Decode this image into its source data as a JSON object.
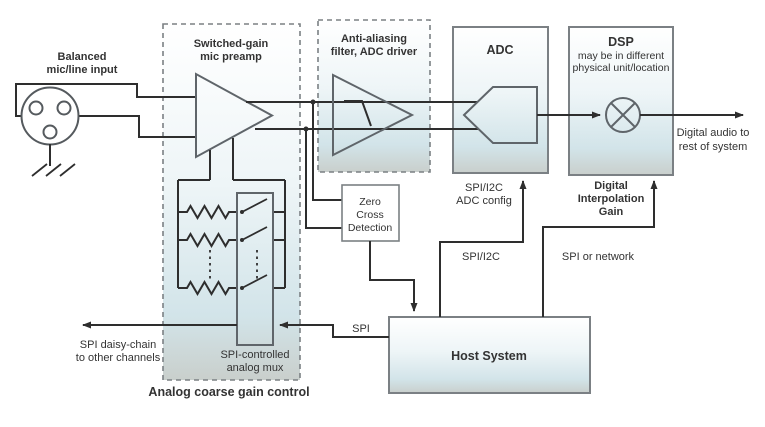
{
  "diagram": {
    "input": {
      "line1": "Balanced",
      "line2": "mic/line input"
    },
    "preamp": {
      "line1": "Switched-gain",
      "line2": "mic preamp"
    },
    "aa": {
      "line1": "Anti-aliasing",
      "line2": "filter, ADC driver"
    },
    "adc": {
      "title": "ADC"
    },
    "dsp": {
      "title": "DSP",
      "note1": "may be in different",
      "note2": "physical unit/location"
    },
    "digital_audio": {
      "line1": "Digital audio to",
      "line2": "rest of system"
    },
    "zcd": {
      "line1": "Zero",
      "line2": "Cross",
      "line3": "Detection"
    },
    "adc_config": {
      "line1": "SPI/I2C",
      "line2": "ADC config"
    },
    "interp": {
      "line1": "Digital",
      "line2": "Interpolation",
      "line3": "Gain"
    },
    "bus_spi_i2c": "SPI/I2C",
    "bus_spi_network": "SPI or network",
    "host": {
      "title": "Host System"
    },
    "spi": "SPI",
    "daisy": {
      "line1": "SPI daisy-chain",
      "line2": "to other channels"
    },
    "mux": {
      "line1": "SPI-controlled",
      "line2": "analog mux"
    },
    "coarse_caption": "Analog coarse gain control"
  },
  "icons": [
    "xlr-connector-icon",
    "ground-icon",
    "opamp-triangle-icon",
    "lowpass-filter-icon",
    "adc-converter-icon",
    "multiplier-icon",
    "resistor-ladder-icon",
    "mux-switch-icon"
  ],
  "colors": {
    "wire": "#2e2e2e",
    "box_border": "#7b8084",
    "shape_stroke": "#5f656a",
    "text": "#333333",
    "box_gradient_top": "#ffffff",
    "box_gradient_mid": "#d9e9ed",
    "box_gradient_bottom": "#c9cfcc",
    "background": "#ffffff"
  }
}
